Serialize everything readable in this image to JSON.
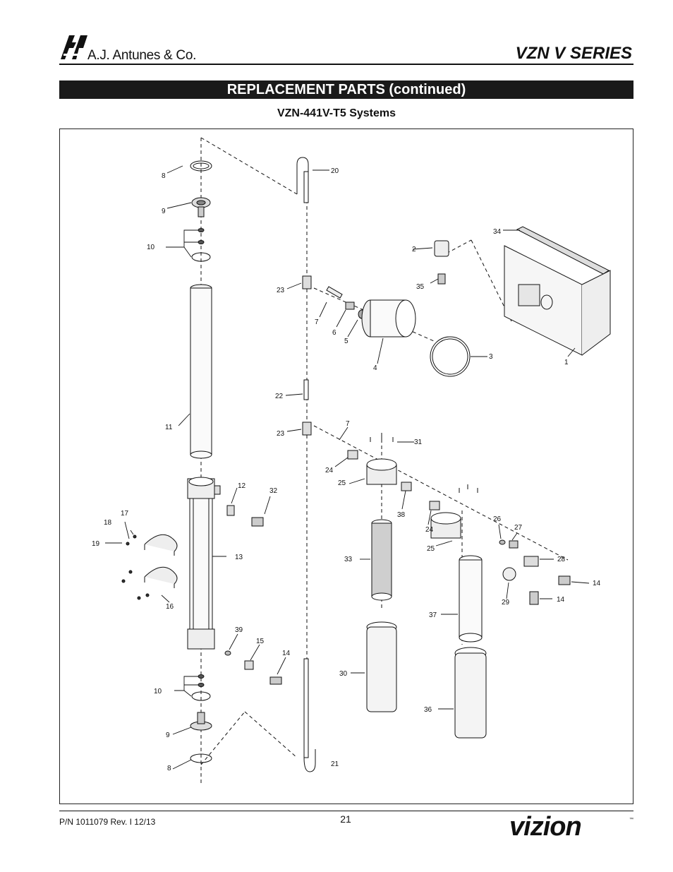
{
  "header": {
    "company": "A.J. Antunes & Co.",
    "series_title": "VZN V SERIES"
  },
  "banner": {
    "title": "REPLACEMENT PARTS (continued)"
  },
  "section": {
    "subtitle": "VZN-441V-T5 Systems"
  },
  "diagram": {
    "callouts": [
      "8",
      "9",
      "10",
      "11",
      "13",
      "12",
      "32",
      "17",
      "18",
      "19",
      "16",
      "39",
      "15",
      "14",
      "10",
      "9",
      "8",
      "20",
      "23",
      "7",
      "6",
      "5",
      "22",
      "23",
      "7",
      "21",
      "2",
      "34",
      "35",
      "4",
      "3",
      "1",
      "31",
      "24",
      "25",
      "38",
      "33",
      "30",
      "24",
      "25",
      "26",
      "27",
      "28",
      "14",
      "29",
      "14",
      "37",
      "36"
    ]
  },
  "footer": {
    "part_number": "P/N 1011079 Rev. I 12/13",
    "page": "21",
    "brand": "vizion",
    "tm": "™"
  }
}
